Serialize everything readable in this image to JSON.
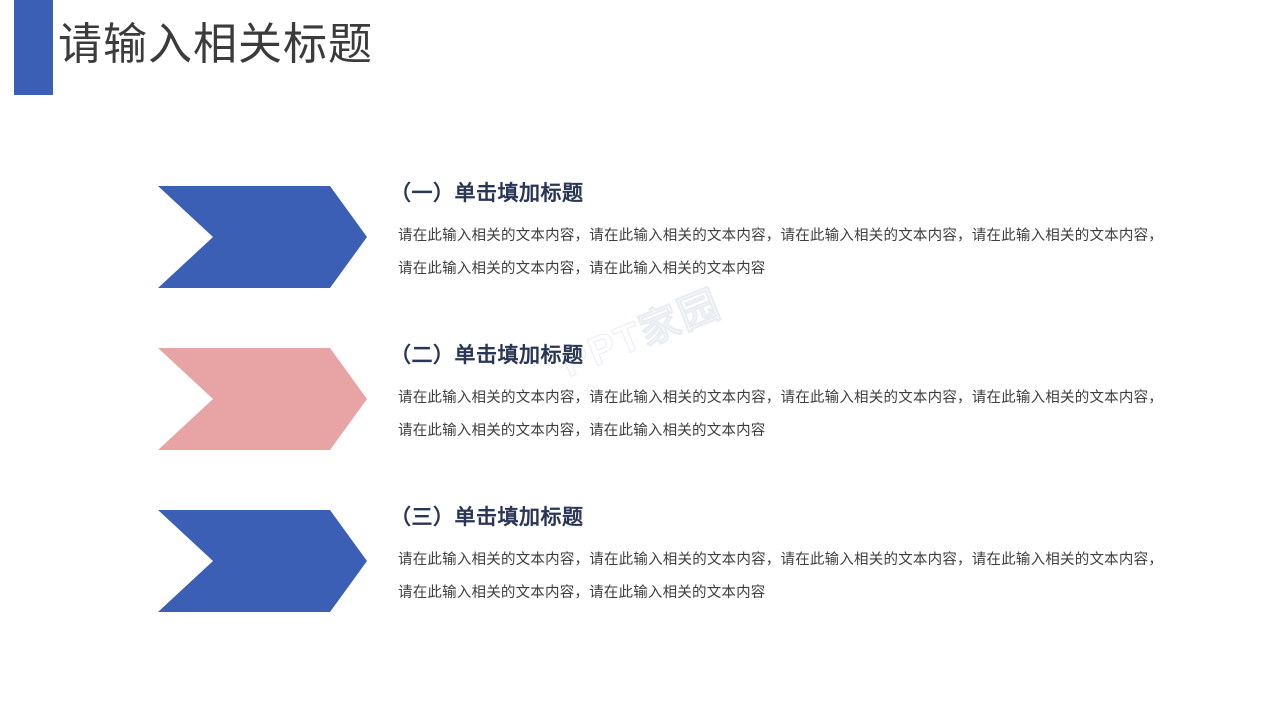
{
  "slide": {
    "title": "请输入相关标题",
    "accent_blue": "#3A5FB4",
    "accent_pink": "#E8A4A4",
    "title_color": "#3B3B3B",
    "heading_color": "#2A3656",
    "body_color": "#3E3E3E",
    "background": "#FFFFFF"
  },
  "watermark": {
    "text": "PPT家园"
  },
  "rows": [
    {
      "heading": "（一）单击填加标题",
      "body": "请在此输入相关的文本内容，请在此输入相关的文本内容，请在此输入相关的文本内容，请在此输入相关的文本内容，请在此输入相关的文本内容，请在此输入相关的文本内容",
      "shape": "chevron-right",
      "color": "#3A5FB4"
    },
    {
      "heading": "（二）单击填加标题",
      "body": "请在此输入相关的文本内容，请在此输入相关的文本内容，请在此输入相关的文本内容，请在此输入相关的文本内容，请在此输入相关的文本内容，请在此输入相关的文本内容",
      "shape": "chevron-right",
      "color": "#E8A4A4"
    },
    {
      "heading": "（三）单击填加标题",
      "body": "请在此输入相关的文本内容，请在此输入相关的文本内容，请在此输入相关的文本内容，请在此输入相关的文本内容，请在此输入相关的文本内容，请在此输入相关的文本内容",
      "shape": "chevron-right",
      "color": "#3A5FB4"
    }
  ]
}
